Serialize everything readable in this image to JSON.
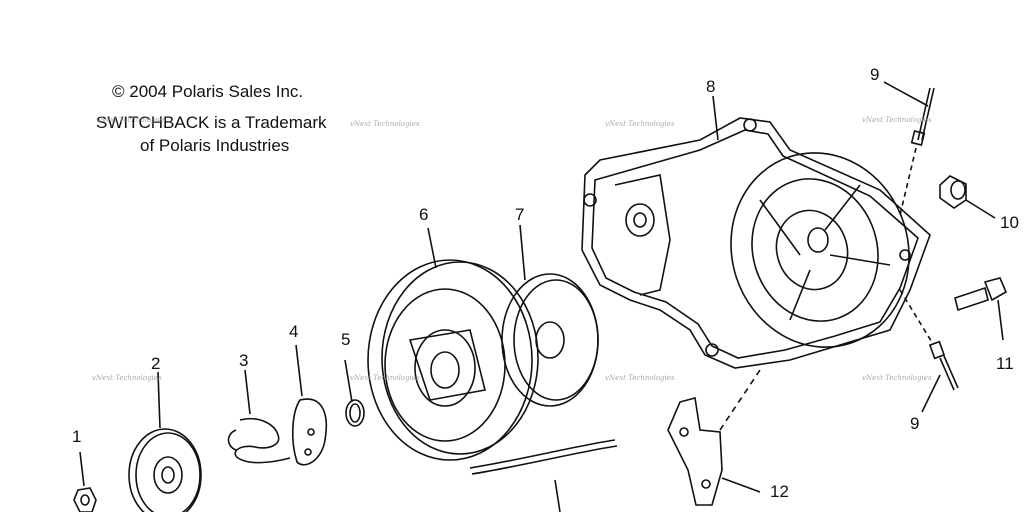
{
  "copyright": {
    "line1": "© 2004 Polaris Sales Inc.",
    "line2": "SWITCHBACK is a Trademark",
    "line3": "of Polaris Industries"
  },
  "watermark": "vNext Technologies",
  "callouts": {
    "c1": "1",
    "c2": "2",
    "c3": "3",
    "c4": "4",
    "c5": "5",
    "c6": "6",
    "c7": "7",
    "c8": "8",
    "c9a": "9",
    "c9b": "9",
    "c10": "10",
    "c11": "11",
    "c12": "12"
  }
}
